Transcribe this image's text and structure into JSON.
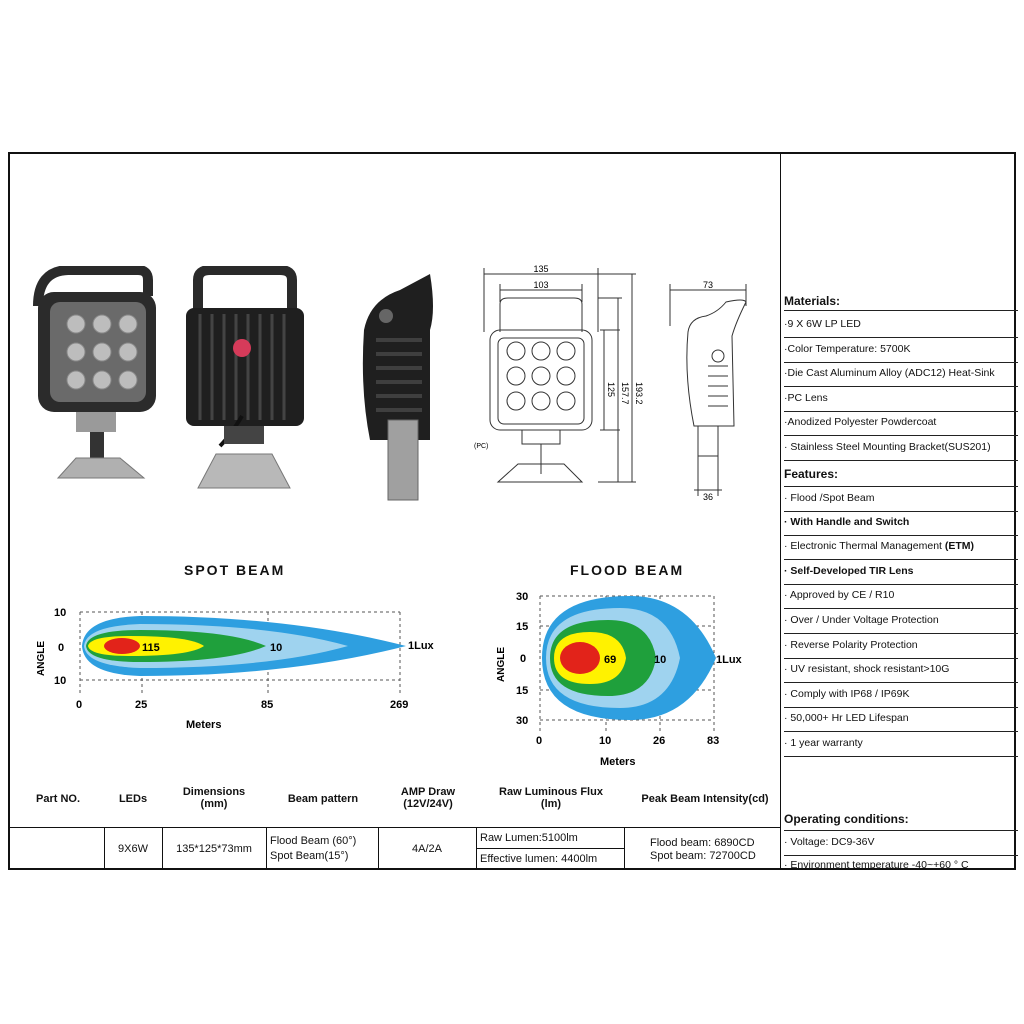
{
  "materials": {
    "heading": "Materials:",
    "items": [
      "·9 X 6W LP LED",
      "·Color Temperature: 5700K",
      "·Die Cast Aluminum Alloy (ADC12) Heat-Sink",
      "·PC Lens",
      "·Anodized Polyester Powdercoat",
      "· Stainless Steel Mounting Bracket(SUS201)"
    ]
  },
  "features": {
    "heading": "Features:",
    "items": [
      "· Flood /Spot Beam",
      "· With Handle and Switch",
      "· Electronic Thermal Management ",
      "· Self-Developed TIR Lens",
      "· Approved by CE / R10",
      "· Over / Under Voltage Protection",
      "· Reverse Polarity Protection",
      "· UV resistant, shock resistant>10G",
      "· Comply with IP68 / IP69K",
      "· 50,000+ Hr LED Lifespan",
      "· 1 year warranty"
    ],
    "etm": "(ETM)"
  },
  "operating": {
    "heading": "Operating conditions:",
    "voltage": "· Voltage: DC9-36V",
    "temperature": "· Environment temperature -40~+60 ° C"
  },
  "drawing": {
    "width_outer": "135",
    "width_inner": "103",
    "h1": "125",
    "h2": "157.7",
    "h3": "193.2",
    "depth": "73",
    "base": "36",
    "pc": "(PC)"
  },
  "spot": {
    "title": "SPOT BEAM",
    "angle_label": "ANGLE",
    "y_ticks": [
      "10",
      "0",
      "10"
    ],
    "x_ticks": [
      "0",
      "25",
      "85",
      "269"
    ],
    "x_label": "Meters",
    "labels": [
      "115",
      "10",
      "1Lux"
    ]
  },
  "flood": {
    "title": "FLOOD BEAM",
    "angle_label": "ANGLE",
    "y_ticks": [
      "30",
      "15",
      "0",
      "15",
      "30"
    ],
    "x_ticks": [
      "0",
      "10",
      "26",
      "83"
    ],
    "x_label": "Meters",
    "labels": [
      "69",
      "10",
      "1Lux"
    ]
  },
  "colors": {
    "red": "#e2231a",
    "yellow": "#fff200",
    "green": "#1fa03c",
    "lightblue": "#9fd3ef",
    "blue": "#2e9fe0"
  },
  "table": {
    "headers": [
      "Part NO.",
      "LEDs",
      "Dimensions\n(mm)",
      "Beam pattern",
      "AMP Draw\n(12V/24V)",
      "Raw Luminous Flux\n(lm)",
      "Peak Beam Intensity(cd)"
    ],
    "leds": "9X6W",
    "dimensions": "135*125*73mm",
    "beam1": "Flood Beam (60°)",
    "beam2": "Spot Beam(15°)",
    "amp": "4A/2A",
    "raw_lumen": "Raw Lumen:5100lm",
    "effective_lumen": "Effective lumen: 4400lm",
    "peak_flood": "Flood beam: 6890CD",
    "peak_spot": "Spot beam: 72700CD"
  }
}
